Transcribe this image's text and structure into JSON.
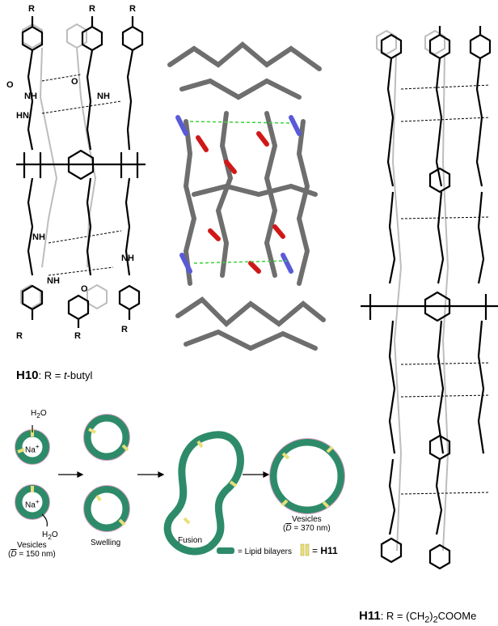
{
  "h10": {
    "name": "H10",
    "caption_rest": ": R = ",
    "substituent": "t",
    "substituent_rest": "-butyl",
    "r_label": "R",
    "atoms": {
      "o": "O",
      "nh": "NH",
      "hn": "HN"
    }
  },
  "h11": {
    "name": "H11",
    "caption_rest": ": R = (CH",
    "sub1": "2",
    "mid": ")",
    "sub2": "2",
    "end": "COOMe"
  },
  "vesicle_diagram": {
    "water_top": "H",
    "water_top_sub": "2",
    "water_top_end": "O",
    "water_bottom": "H",
    "water_bottom_sub": "2",
    "water_bottom_end": "O",
    "ion_label": "Na",
    "ion_charge": "+",
    "vesicles_left_label": "Vesicles",
    "vesicles_left_size": "= 150 nm",
    "vesicles_left_d": "D",
    "swelling_label": "Swelling",
    "fusion_label": "Fusion",
    "vesicles_right_label": "Vesicles",
    "vesicles_right_size": "= 370 nm",
    "vesicles_right_d": "D",
    "legend_bilayer": "= Lipid bilayers",
    "legend_h11_eq": "= ",
    "legend_h11": "H11"
  },
  "colors": {
    "bilayer": "#2e8b6a",
    "bilayer_edge": "#d9a0c4",
    "channel": "#e8e07a",
    "carbon": "#6e6e6e",
    "oxygen": "#d01818",
    "nitrogen": "#5a5ad8",
    "hbond": "#3bd23b"
  }
}
